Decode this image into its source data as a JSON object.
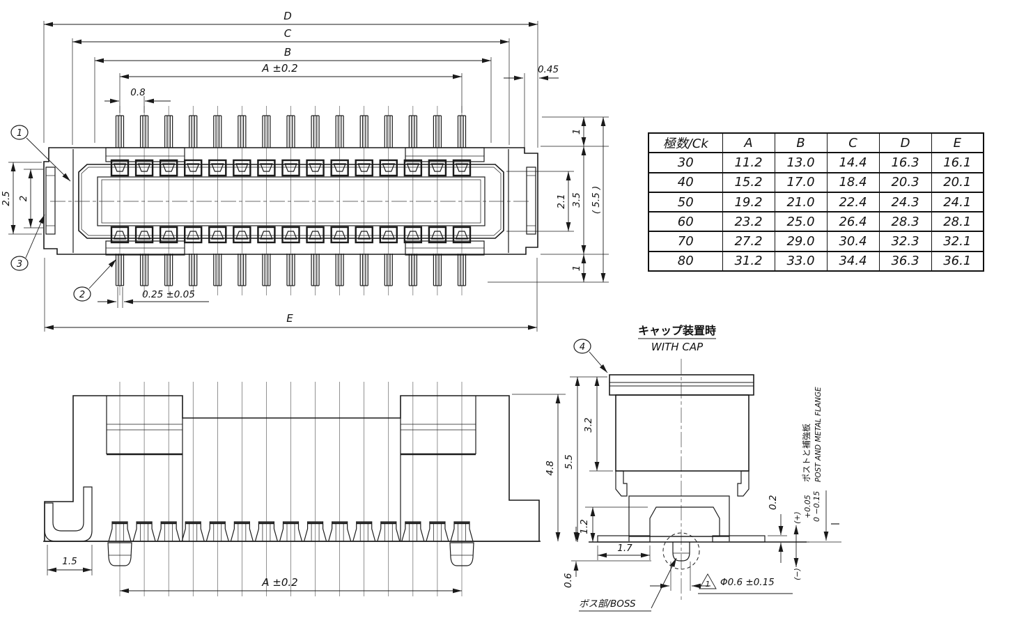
{
  "drawing_meta": {
    "pins_per_row": 15
  },
  "table": {
    "headers": [
      "極数/Ck",
      "A",
      "B",
      "C",
      "D",
      "E"
    ],
    "rows": [
      [
        "30",
        "11.2",
        "13.0",
        "14.4",
        "16.3",
        "16.1"
      ],
      [
        "40",
        "15.2",
        "17.0",
        "18.4",
        "20.3",
        "20.1"
      ],
      [
        "50",
        "19.2",
        "21.0",
        "22.4",
        "24.3",
        "24.1"
      ],
      [
        "60",
        "23.2",
        "25.0",
        "26.4",
        "28.3",
        "28.1"
      ],
      [
        "70",
        "27.2",
        "29.0",
        "30.4",
        "32.3",
        "32.1"
      ],
      [
        "80",
        "31.2",
        "33.0",
        "34.4",
        "36.3",
        "36.1"
      ]
    ]
  },
  "top_view": {
    "callouts": {
      "c1": "1",
      "c2": "2",
      "c3": "3"
    },
    "dims": {
      "D": "D",
      "C": "C",
      "B": "B",
      "A": "A ±0.2",
      "E": "E",
      "pitch": "0.8",
      "edge": "0.45",
      "pin_top": "1",
      "body": "3.5",
      "overall": "( 5.5 )",
      "cavity": "2.1",
      "pin_bottom": "1",
      "flange_outer": "2.5",
      "flange_inner": "2",
      "pin_width": "0.25 ±0.05"
    }
  },
  "front_view": {
    "dims": {
      "fitting": "1.5",
      "span": "A ±0.2",
      "height": "4.8"
    }
  },
  "side_view": {
    "callouts": {
      "c4": "4"
    },
    "title_jp": "キャップ装置時",
    "title_en": "WITH CAP",
    "dims": {
      "overall": "5.5",
      "cap": "3.2",
      "stand": "1.2",
      "foot": "1.7",
      "boss_height": "0.6",
      "foot_thickness": "0.2",
      "boss_dia": "Φ0.6 ±0.15",
      "tri_note": "1",
      "tol_upper": "+0.05",
      "tol_lower": "0 −0.15",
      "plus": "(+)",
      "minus": "(−)"
    },
    "labels": {
      "boss": "ボス部/BOSS",
      "note_jp": "ポストと補強板",
      "note_en": "POST AND METAL FLANGE"
    }
  }
}
